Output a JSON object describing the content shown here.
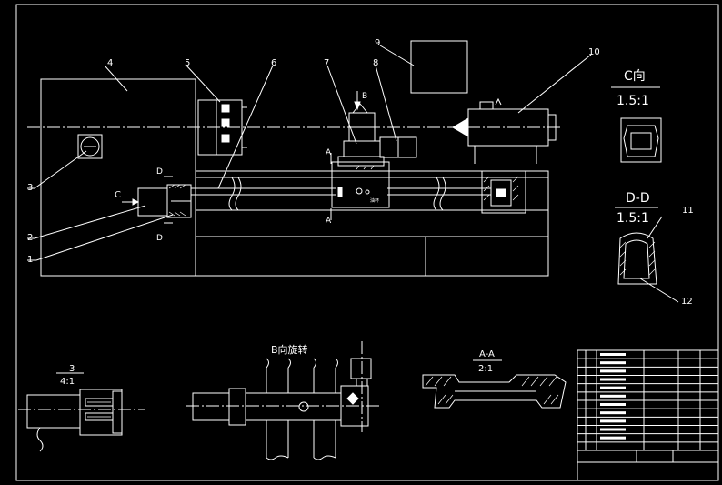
{
  "callouts": [
    "4",
    "5",
    "6",
    "7",
    "8",
    "9",
    "10",
    "3",
    "2",
    "1",
    "11",
    "12"
  ],
  "section_marks": {
    "a_top": "A",
    "a_bottom": "A",
    "b": "B",
    "c": "C",
    "d_top": "D",
    "d_bottom": "D"
  },
  "views": {
    "c_view": {
      "title": "C向",
      "scale": "1.5:1"
    },
    "d_section": {
      "title": "D-D",
      "scale": "1.5:1"
    },
    "detail_3": {
      "title": "3",
      "scale": "4:1"
    },
    "b_rotated": {
      "title": "B向旋转"
    },
    "a_section": {
      "title": "A-A",
      "scale": "2:1"
    }
  },
  "title_block": {
    "bottom_row": [
      "",
      "",
      "",
      "",
      "",
      ""
    ],
    "bottom_left_text": "",
    "rows": 12
  }
}
